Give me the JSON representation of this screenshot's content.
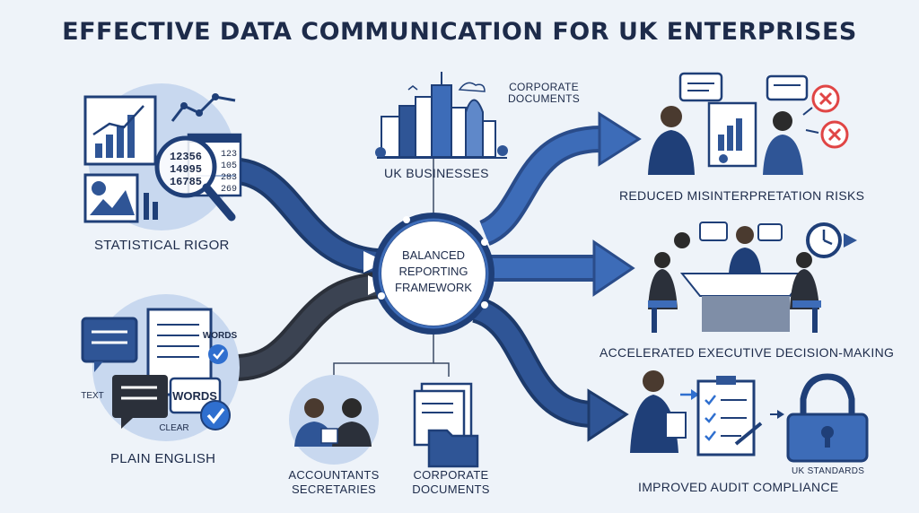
{
  "title": "EFFECTIVE DATA COMMUNICATION FOR UK ENTERPRISES",
  "inputs": {
    "statistical_rigor": "STATISTICAL RIGOR",
    "plain_english": "PLAIN ENGLISH",
    "uk_businesses": "UK BUSINESSES",
    "corporate_documents_top": "CORPORATE DOCUMENTS",
    "accountants": "ACCOUNTANTS",
    "secretaries": "SECRETARIES",
    "corporate_documents_bottom": "CORPORATE DOCUMENTS"
  },
  "hub": {
    "line1": "BALANCED",
    "line2": "REPORTING",
    "line3": "FRAMEWORK"
  },
  "outcomes": {
    "reduced_risks": "REDUCED MISINTERPRETATION RISKS",
    "accelerated_decisions": "ACCELERATED EXECUTIVE DECISION-MAKING",
    "audit_compliance": "IMPROVED AUDIT COMPLIANCE",
    "uk_standards": "UK STANDARDS"
  },
  "numbers": {
    "row1": "12356",
    "row2": "14995",
    "row3": "16785",
    "side1": "123",
    "side2": "105",
    "side3": "283",
    "side4": "269"
  },
  "plain_icons": {
    "words_top": "WORDS",
    "words_mid": "WORDS",
    "text": "TEXT",
    "clear": "CLEAR"
  },
  "colors": {
    "navy": "#1f3f78",
    "blue": "#3b6fb6",
    "dark": "#333a47",
    "accent_red": "#e04545",
    "check_blue": "#2f6fcf"
  }
}
